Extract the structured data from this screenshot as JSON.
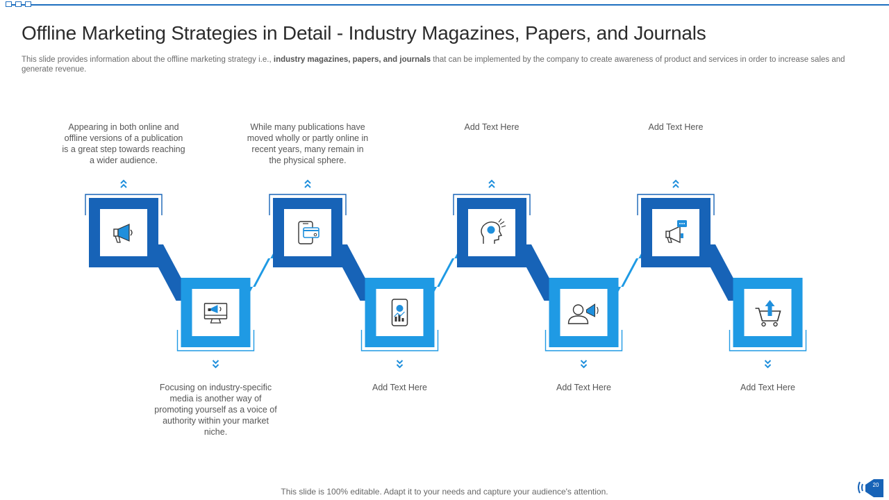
{
  "header": {
    "title": "Offline Marketing Strategies in Detail - Industry Magazines, Papers, and Journals",
    "subtitle_pre": "This slide provides information about the offline marketing strategy i.e., ",
    "subtitle_bold": "industry magazines, papers, and journals",
    "subtitle_post": " that can be implemented by the company to create awareness of product and services in order to increase sales and generate revenue."
  },
  "colors": {
    "accent_dark": "#1763b7",
    "accent_light": "#1f9ae4",
    "title": "#2b2b2b"
  },
  "steps": [
    {
      "icon": "megaphone-icon",
      "text": "Appearing in both online and offline versions of a publication is a great step towards reaching a wider audience."
    },
    {
      "icon": "monitor-megaphone-icon",
      "text": "Focusing on industry-specific media is another way of promoting yourself as a voice of authority within your market niche."
    },
    {
      "icon": "phone-card-icon",
      "text": "While many publications have moved wholly or partly online in recent years, many remain in the physical sphere."
    },
    {
      "icon": "smartphone-chart-icon",
      "text": "Add Text Here"
    },
    {
      "icon": "head-idea-icon",
      "text": "Add Text Here"
    },
    {
      "icon": "person-megaphone-icon",
      "text": "Add Text Here"
    },
    {
      "icon": "megaphone-chat-icon",
      "text": "Add Text Here"
    },
    {
      "icon": "shopping-cart-icon",
      "text": "Add Text Here"
    }
  ],
  "footer": {
    "text": "This slide is 100% editable. Adapt it to your needs and capture your audience's attention."
  },
  "page": {
    "number": "20"
  }
}
